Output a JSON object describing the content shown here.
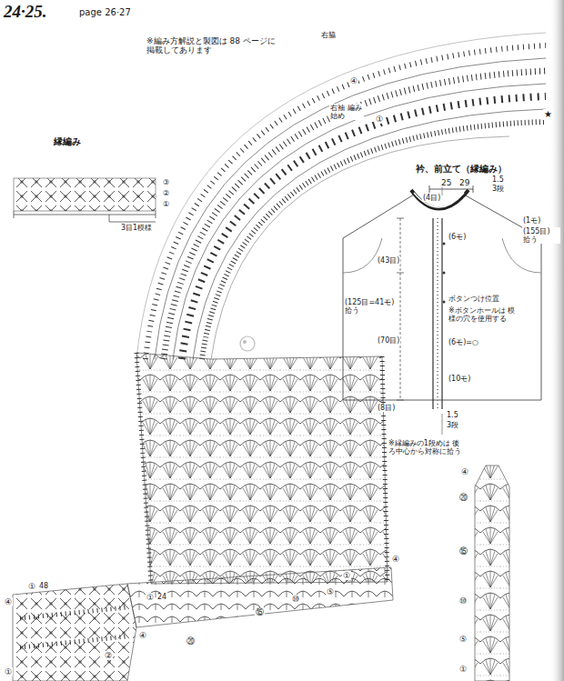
{
  "diagram": {
    "title": "24·25.",
    "labels": [
      "page 26·27",
      "※編み方解説と製図は 88 ページに 掲載してあります",
      "縁編み",
      "③",
      "②",
      "①",
      "3目1模様",
      "右脇",
      "④",
      "右袖 編み始め",
      "①",
      "★",
      "衿、前立て（縁編み）",
      "25",
      "29",
      "(4目)",
      "1.5",
      "3段",
      "(1モ)",
      "(155目) 拾う",
      "(6モ)",
      "(43目)",
      "(125目=41モ) 拾う",
      "ボタンつけ位置",
      "※ボタンホールは 模様の穴を使用する",
      "(70目)",
      "(6モ)=○",
      "(10モ)",
      "(8目)",
      "1.5",
      "3段",
      "※縁編みの1段めは 後ろ中心から対称に拾う",
      "④",
      "⑳",
      "⑮",
      "⑩",
      "⑤",
      "①",
      "①",
      "48",
      "④",
      "①",
      "②",
      "①",
      "24",
      "④",
      "⑳",
      "⑮",
      "⑩",
      "⑤",
      "①",
      "④"
    ]
  }
}
